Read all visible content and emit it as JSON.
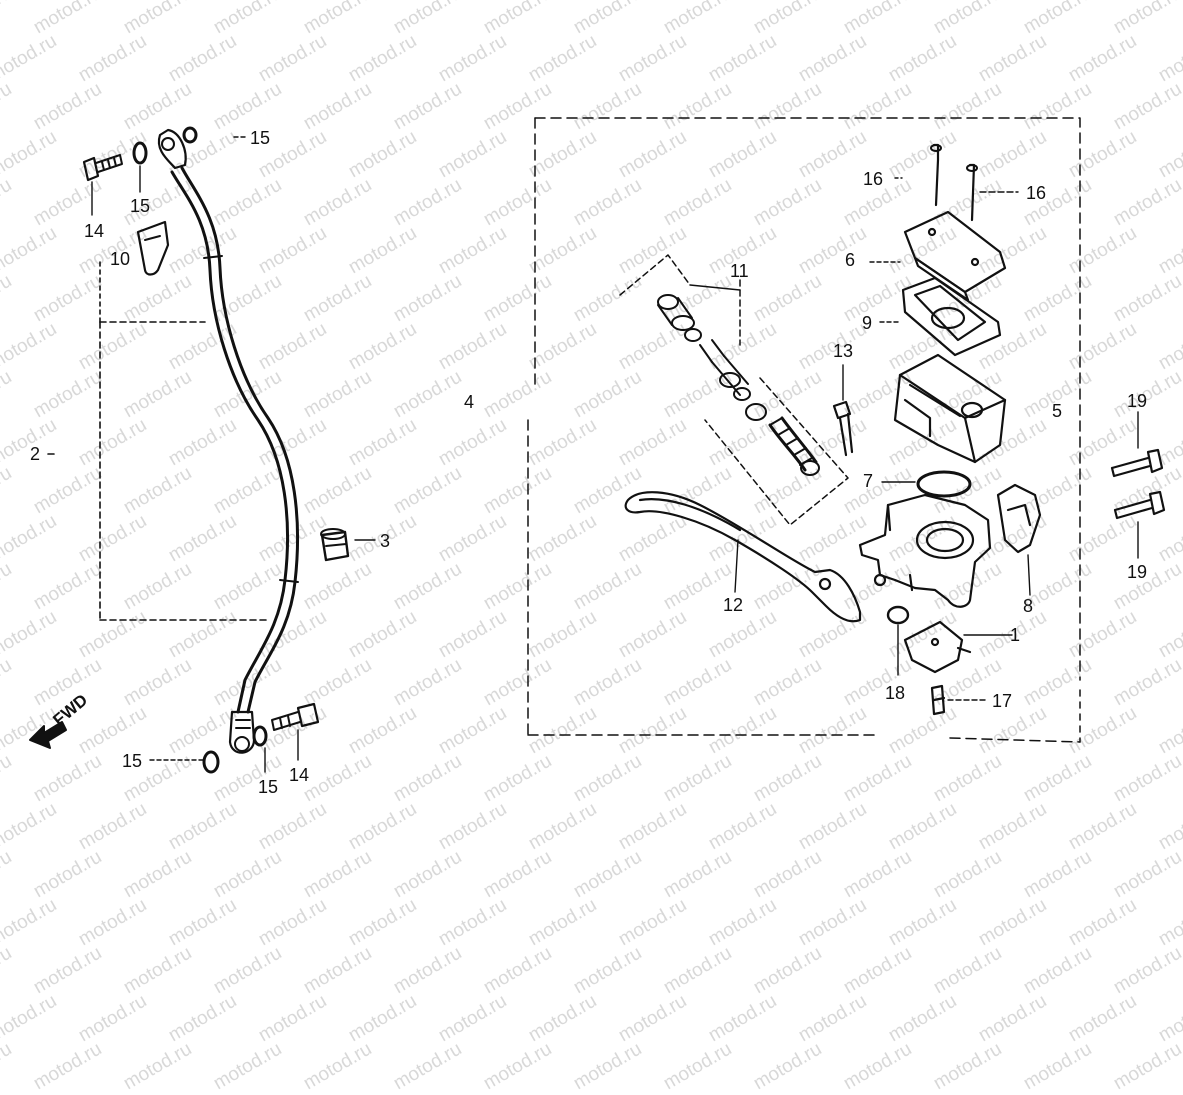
{
  "watermark": "motod.ru",
  "labels": {
    "p1": "1",
    "p2": "2",
    "p3": "3",
    "p4": "4",
    "p5": "5",
    "p6": "6",
    "p7": "7",
    "p8": "8",
    "p9": "9",
    "p10": "10",
    "p11": "11",
    "p12": "12",
    "p13": "13",
    "p14a": "14",
    "p14b": "14",
    "p15a": "15",
    "p15b": "15",
    "p15c": "15",
    "p15d": "15",
    "p16a": "16",
    "p16b": "16",
    "p17": "17",
    "p18": "18",
    "p19a": "19",
    "p19b": "19"
  },
  "fwd": "FWD"
}
